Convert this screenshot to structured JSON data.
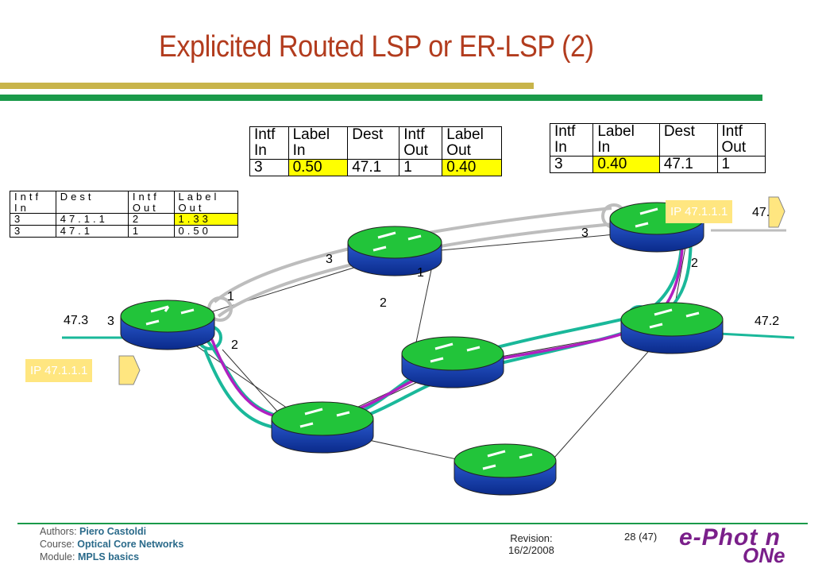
{
  "title": "Explicited Routed LSP or ER-LSP (2)",
  "table_ingress": {
    "headers": [
      [
        "Intf",
        "In"
      ],
      [
        "Dest",
        ""
      ],
      [
        "Intf",
        "Out"
      ],
      [
        "Label",
        "Out"
      ]
    ],
    "rows": [
      [
        "3",
        "47.1.1",
        "2",
        "1.33"
      ],
      [
        "3",
        "47.1",
        "1",
        "0.50"
      ]
    ]
  },
  "table_middle": {
    "headers": [
      [
        "Intf",
        "In"
      ],
      [
        "Label",
        "In"
      ],
      [
        "Dest",
        ""
      ],
      [
        "Intf",
        "Out"
      ],
      [
        "Label",
        "Out"
      ]
    ],
    "rows": [
      [
        "3",
        "0.50",
        "47.1",
        "1",
        "0.40"
      ]
    ]
  },
  "table_egress": {
    "headers": [
      [
        "Intf",
        "In"
      ],
      [
        "Label",
        "In"
      ],
      [
        "Dest",
        ""
      ],
      [
        "Intf",
        "Out"
      ]
    ],
    "rows": [
      [
        "3",
        "0.40",
        "47.1",
        "1"
      ]
    ]
  },
  "ip_tag_left": "IP 47.1.1.1",
  "ip_tag_right": "IP 47.1.1.1",
  "net_labels": {
    "left_net": "47.3",
    "right_net": "47.2",
    "top_right_net": "47."
  },
  "port_labels": {
    "ingress_in": "3",
    "ingress_out": "2",
    "ingress_up": "1",
    "middle_in": "3",
    "middle_out": "1",
    "middle_down": "2",
    "egress_in": "3",
    "egress_out": "2"
  },
  "footer": {
    "authors_label": "Authors:",
    "authors": "Piero Castoldi",
    "course_label": "Course:",
    "course": "Optical Core Networks",
    "module_label": "Module:",
    "module": "MPLS basics",
    "revision_label": "Revision:",
    "revision_date": "16/2/2008",
    "page": "28 (47)",
    "logo_top": "e-Phot n",
    "logo_bottom": "ONe"
  },
  "colors": {
    "title": "#b23c1e",
    "router_top": "#22c43a",
    "lsp_grey": "#bdbdbd",
    "lsp_purple": "#b020c0",
    "lsp_teal": "#1ab89a",
    "highlight": "#ffff00"
  }
}
